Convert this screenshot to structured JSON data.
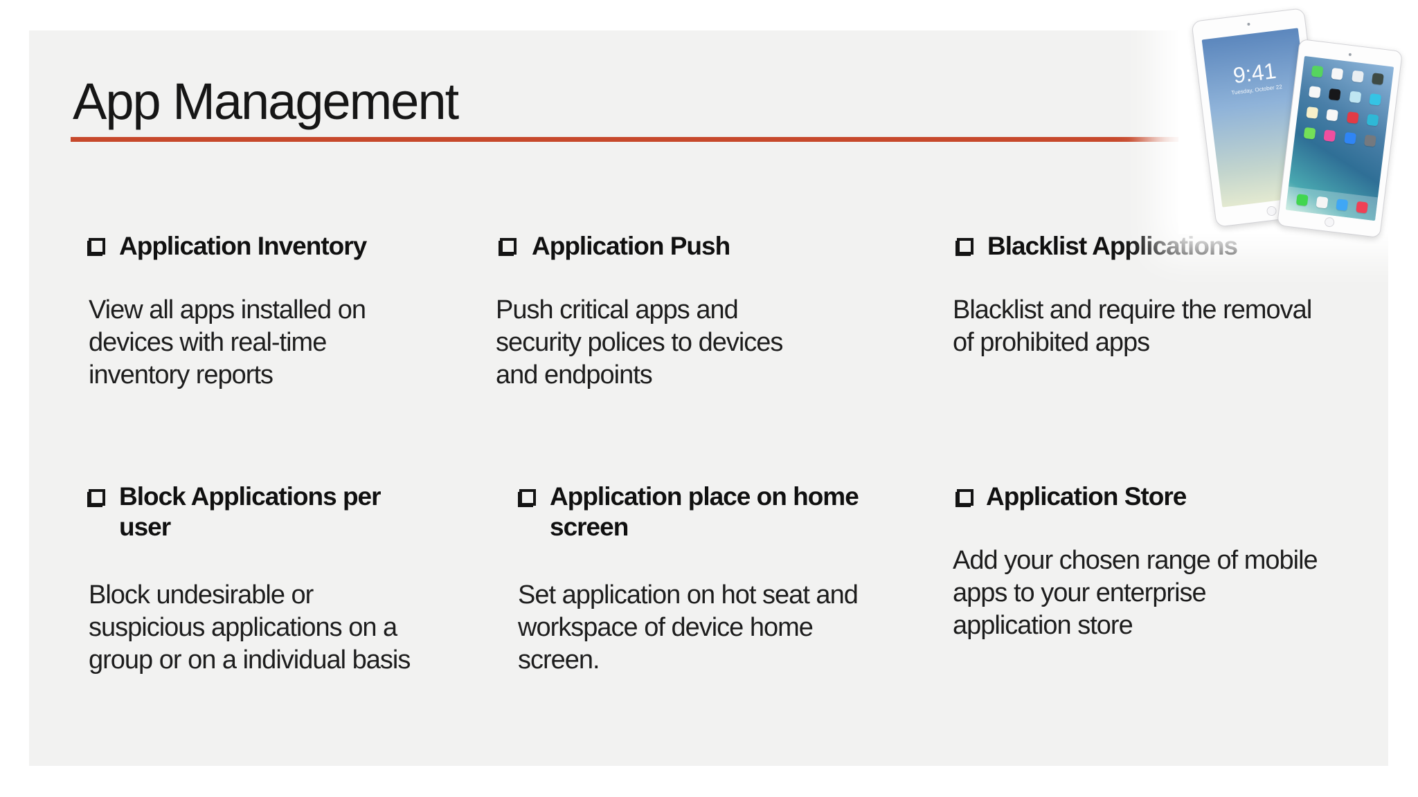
{
  "slide": {
    "title": "App Management",
    "sections": [
      {
        "heading": "Application Inventory",
        "body": "View all apps installed on\ndevices with real-time\ninventory reports"
      },
      {
        "heading": "Application Push",
        "body": "Push critical apps and\nsecurity polices to devices\nand endpoints"
      },
      {
        "heading": "Blacklist Applications",
        "body": "Blacklist and require the removal\nof prohibited apps"
      },
      {
        "heading": "Block Applications per\nuser",
        "body": "Block undesirable or\nsuspicious applications on a\ngroup or on a individual basis"
      },
      {
        "heading": "Application place on home\nscreen",
        "body": "Set application on hot seat and\nworkspace of device home\nscreen."
      },
      {
        "heading": "Application Store",
        "body": "Add your chosen range of mobile\napps to your enterprise\napplication store"
      }
    ]
  },
  "colors": {
    "accent": "#C7492C",
    "slide_bg": "#F2F2F1",
    "text": "#1B1B1B"
  },
  "tablets": {
    "air": {
      "lock_time": "9:41",
      "lock_date": "Tuesday, October 22"
    },
    "mini": {
      "icon_rows": [
        [
          "#56d45f",
          "#f7f7f7",
          "#e9eef2",
          "#3e4a44"
        ],
        [
          "#f7f7f7",
          "#17171a",
          "#bfe6f2",
          "#35c4e5"
        ],
        [
          "#f7efc9",
          "#f7f7f7",
          "#e23b45",
          "#2fb8d6"
        ],
        [
          "#74e058",
          "#ef4f9f",
          "#2f85f5",
          "#74797f"
        ]
      ],
      "dock_icons": [
        "#41d64f",
        "#f5f5f5",
        "#3fa7f5",
        "#ef4156"
      ]
    }
  }
}
